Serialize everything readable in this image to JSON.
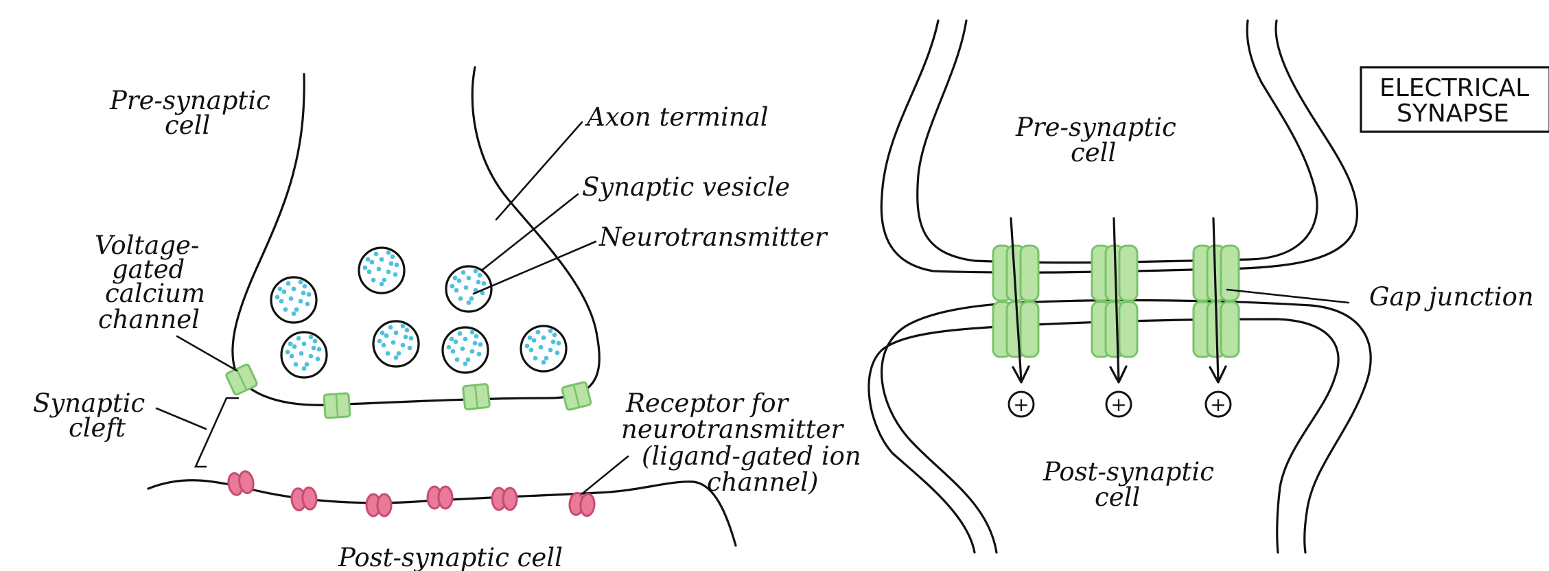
{
  "colors": {
    "stroke": "#111111",
    "vesicle_dot": "#4fc1dc",
    "channel_fill": "#b8e3a4",
    "channel_stroke": "#79c26a",
    "receptor_fill": "#e97a99",
    "receptor_stroke": "#c94b70"
  },
  "chemical": {
    "presynaptic_label_1": "Pre-synaptic",
    "presynaptic_label_2": "cell",
    "axon_terminal": "Axon terminal",
    "synaptic_vesicle": "Synaptic vesicle",
    "neurotransmitter": "Neurotransmitter",
    "vgcc_1": "Voltage-",
    "vgcc_2": "gated",
    "vgcc_3": "calcium",
    "vgcc_4": "channel",
    "cleft_1": "Synaptic",
    "cleft_2": "cleft",
    "receptor_1": "Receptor for",
    "receptor_2": "neurotransmitter",
    "receptor_3": "(ligand-gated ion",
    "receptor_4": "channel)",
    "postsynaptic_label": "Post-synaptic cell"
  },
  "electrical": {
    "title_1": "ELECTRICAL",
    "title_2": "SYNAPSE",
    "presynaptic_label_1": "Pre-synaptic",
    "presynaptic_label_2": "cell",
    "gap_junction": "Gap junction",
    "postsynaptic_label_1": "Post-synaptic",
    "postsynaptic_label_2": "cell",
    "ion_symbol": "+"
  }
}
